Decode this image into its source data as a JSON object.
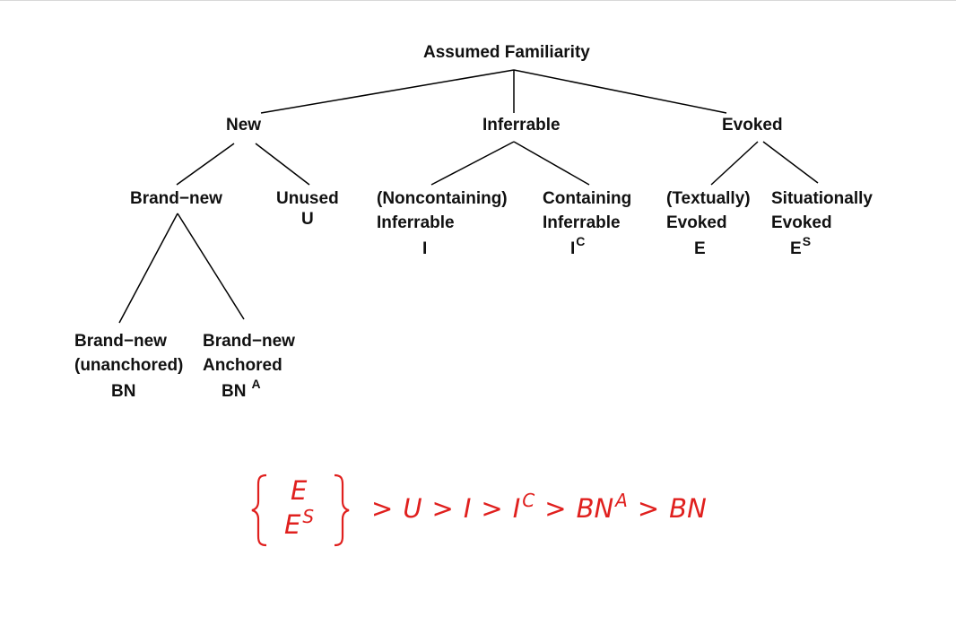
{
  "tree": {
    "root": {
      "label": "Assumed Familiarity"
    },
    "new": {
      "label": "New",
      "brand_new": {
        "label": "Brand−new",
        "unanchored": {
          "line1": "Brand−new",
          "line2": "(unanchored)",
          "code": "BN"
        },
        "anchored": {
          "line1": "Brand−new",
          "line2": "Anchored",
          "code": "BN",
          "code_sup": "A"
        }
      },
      "unused": {
        "line1": "Unused",
        "code": "U"
      }
    },
    "inferrable": {
      "label": "Inferrable",
      "noncontaining": {
        "line1": "(Noncontaining)",
        "line2": "Inferrable",
        "code": "I"
      },
      "containing": {
        "line1": "Containing",
        "line2": "Inferrable",
        "code": "I",
        "code_sup": "C"
      }
    },
    "evoked": {
      "label": "Evoked",
      "textually": {
        "line1": "(Textually)",
        "line2": "Evoked",
        "code": "E"
      },
      "situationally": {
        "line1": "Situationally",
        "line2": "Evoked",
        "code": "E",
        "code_sup": "S"
      }
    }
  },
  "ordering": {
    "color": "#e0201e",
    "brace_left": "{",
    "brace_right": "}",
    "stack_top": "E",
    "stack_bottom": "E",
    "stack_bottom_sup": "S",
    "separator": ">",
    "chain": [
      {
        "base": "U",
        "sup": ""
      },
      {
        "base": "I",
        "sup": ""
      },
      {
        "base": "I",
        "sup": "C"
      },
      {
        "base": "BN",
        "sup": "A"
      },
      {
        "base": "BN",
        "sup": ""
      }
    ]
  }
}
